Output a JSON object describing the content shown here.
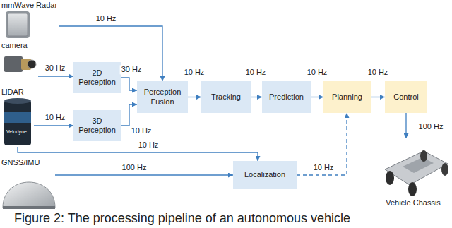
{
  "diagram": {
    "caption": "Figure 2: The processing pipeline of an autonomous vehicle",
    "nodes": [
      {
        "text": [
          "mmWave Radar"
        ]
      },
      {
        "text": [
          "camera"
        ]
      },
      {
        "text": [
          "LiDAR"
        ]
      },
      {
        "text": [
          "GNSS/IMU"
        ]
      },
      {
        "text": [
          "2D Perception"
        ]
      },
      {
        "text": [
          "3D Perception"
        ]
      },
      {
        "text": [
          "Perception Fusion"
        ]
      },
      {
        "text": [
          "Tracking"
        ]
      },
      {
        "text": [
          "Prediction"
        ]
      },
      {
        "text": [
          "Planning"
        ]
      },
      {
        "text": [
          "Control"
        ]
      },
      {
        "text": [
          "Localization"
        ]
      },
      {
        "text": [
          "Vehicle Chassis"
        ]
      }
    ],
    "edges": [
      {
        "from": 0,
        "to": 6,
        "label": "10 Hz",
        "arrow": "to"
      },
      {
        "from": 1,
        "to": 4,
        "label": "30 Hz",
        "arrow": "to"
      },
      {
        "from": 2,
        "to": 5,
        "label": "10 Hz",
        "arrow": "to"
      },
      {
        "from": 4,
        "to": 6,
        "label": "30 Hz",
        "arrow": "to"
      },
      {
        "from": 5,
        "to": 6,
        "label": "10 Hz",
        "arrow": "to"
      },
      {
        "from": 6,
        "to": 7,
        "label": "10 Hz",
        "arrow": "to"
      },
      {
        "from": 7,
        "to": 8,
        "label": "10 Hz",
        "arrow": "to"
      },
      {
        "from": 8,
        "to": 9,
        "label": "10 Hz",
        "arrow": "to"
      },
      {
        "from": 9,
        "to": 10,
        "label": "10 Hz",
        "arrow": "to"
      },
      {
        "from": 10,
        "to": 12,
        "label": "100 Hz",
        "arrow": "to"
      },
      {
        "from": 2,
        "to": 11,
        "label": "10 Hz",
        "arrow": "to"
      },
      {
        "from": 3,
        "to": 11,
        "label": "100 Hz",
        "arrow": "to"
      },
      {
        "from": 11,
        "to": 9,
        "label": "10 Hz",
        "arrow": "to"
      }
    ],
    "labels": [
      "Velodyne"
    ]
  }
}
